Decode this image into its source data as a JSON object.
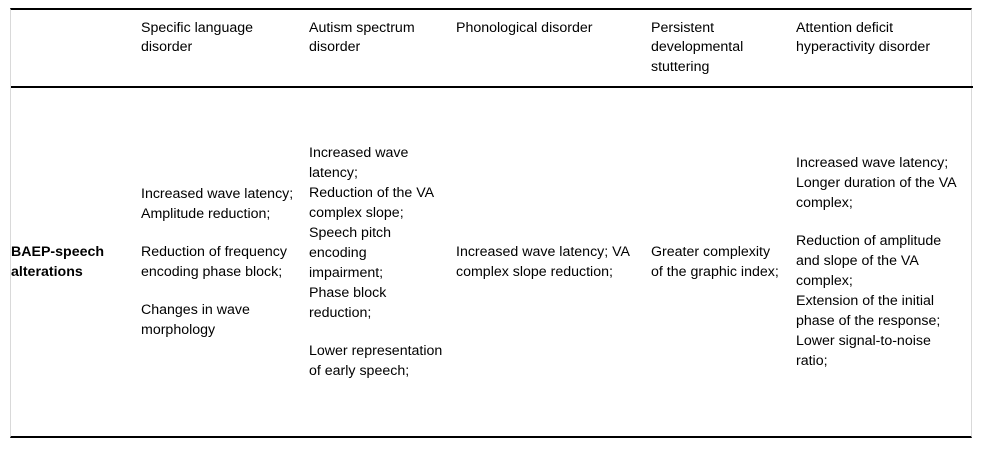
{
  "table": {
    "header": {
      "row_label_header": "",
      "columns": [
        "Specific language disorder",
        "Autism spectrum disorder",
        "Phonological disorder",
        "Persistent developmental stuttering",
        "Attention deficit hyperactivity disorder"
      ]
    },
    "rows": [
      {
        "label": "BAEP-speech alterations",
        "cells": {
          "specific_language_disorder": {
            "group_1": [
              "Increased wave latency;",
              "Amplitude reduction;"
            ],
            "group_2": [
              "Reduction of frequency encoding phase block;"
            ],
            "group_3": [
              "Changes in wave morphology"
            ]
          },
          "autism_spectrum_disorder": {
            "group_1": [
              "Increased wave latency;",
              "Reduction of the VA complex slope;",
              "Speech pitch encoding impairment;",
              "Phase block reduction;"
            ],
            "group_2": [
              "Lower representation of early speech;"
            ]
          },
          "phonological_disorder": {
            "group_1": [
              "Increased wave latency; VA complex slope reduction;"
            ]
          },
          "persistent_developmental_stuttering": {
            "group_1": [
              "Greater complexity of the graphic index;"
            ]
          },
          "attention_deficit_hyperactivity_disorder": {
            "group_1": [
              "Increased wave latency;",
              "Longer duration of the VA complex;"
            ],
            "group_2": [
              "Reduction of amplitude and slope of the VA complex;",
              "Extension of the initial phase of the response;",
              "Lower signal-to-noise ratio;"
            ]
          }
        }
      }
    ]
  },
  "style": {
    "rule_color": "#000000",
    "side_border_color": "#d9d9d9",
    "background": "#ffffff",
    "text_color": "#000000"
  }
}
